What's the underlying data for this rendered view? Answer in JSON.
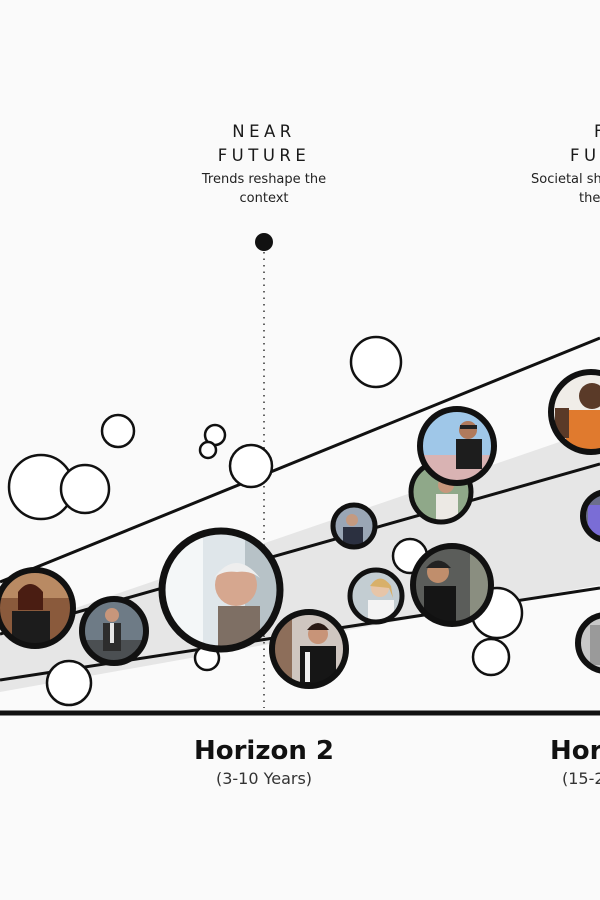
{
  "eras": [
    {
      "title_line1": "NEAR",
      "title_line2": "FUTURE",
      "desc_line1": "Trends reshape the",
      "desc_line2": "context"
    },
    {
      "title_line1": "F",
      "title_line2": "FU",
      "desc_line1": "Societal sh",
      "desc_line2": "the"
    }
  ],
  "horizons": [
    {
      "name": "Horizon 2",
      "range": "(3-10 Years)"
    },
    {
      "name": "Hor",
      "range": "(15-2"
    }
  ],
  "colors": {
    "background": "#fafafa",
    "ink": "#111111",
    "band": "#e6e6e6",
    "circle_fill": "#ffffff"
  },
  "icons": {
    "empty_bubble": "empty-trend-bubble-icon",
    "photo_bubble": "person-photo-bubble-icon"
  }
}
